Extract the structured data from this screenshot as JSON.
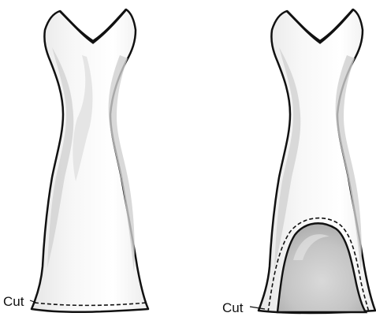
{
  "figure": {
    "panels": [
      {
        "name": "dress-before",
        "cut_label": "Cut"
      },
      {
        "name": "dress-after",
        "cut_label": "Cut"
      }
    ]
  },
  "colors": {
    "outline": "#111111",
    "fabric": "#f4f4f4",
    "shade": "#d2d2d2",
    "shade_dark": "#b9b9b9",
    "inset": "#c9c9c9"
  }
}
